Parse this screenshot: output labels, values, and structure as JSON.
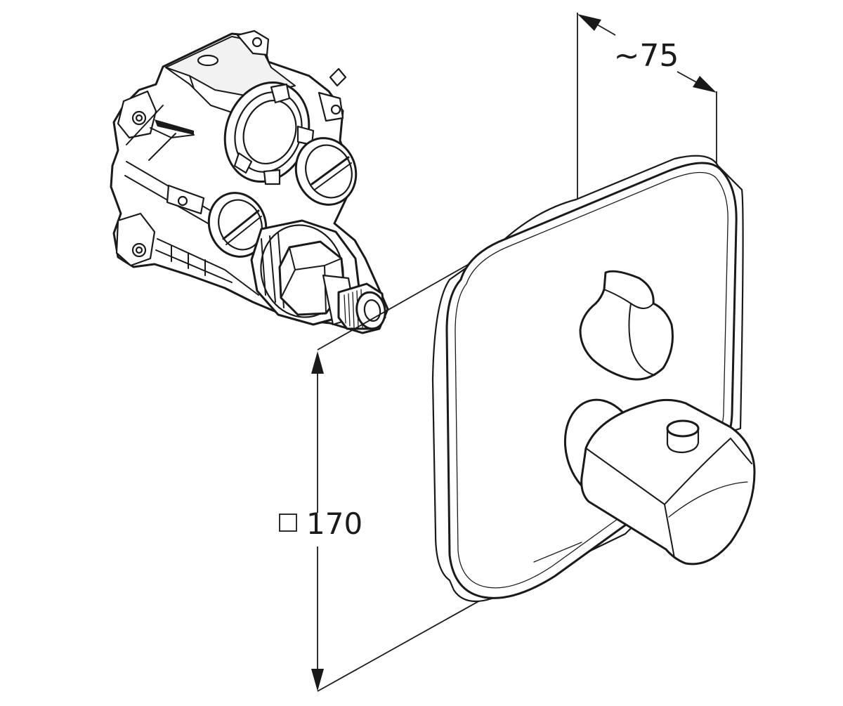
{
  "dimensions": {
    "depth_label": "~75",
    "size_label": "170",
    "size_symbol": "square-symbol"
  }
}
